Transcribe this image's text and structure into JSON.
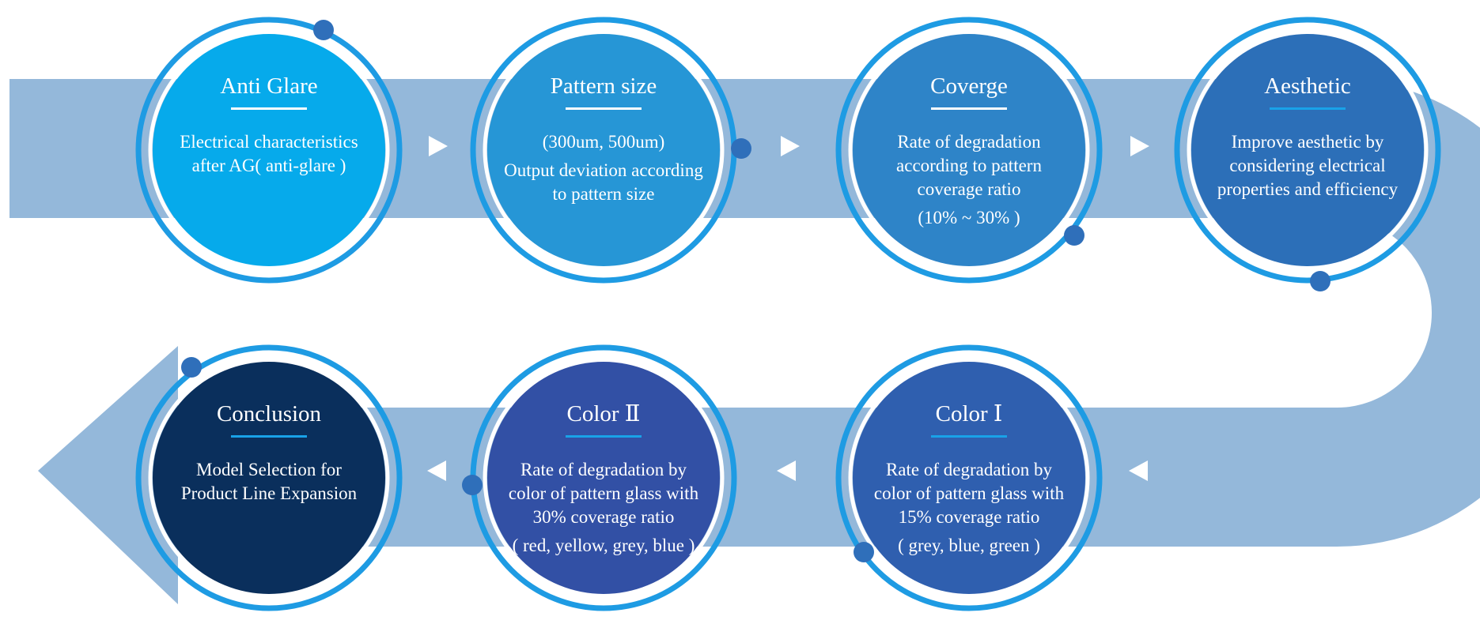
{
  "colors": {
    "band": "#94b8da",
    "ring_outer": "#1e9be3",
    "ring_inner": "#ffffff",
    "dot": "#2f6fba",
    "divider": "#19a2e8",
    "text": "#ffffff"
  },
  "steps": [
    {
      "title": "Anti Glare",
      "description": "Electrical characteristics after AG( anti-glare )",
      "extra": "",
      "fill": "#06aaeb",
      "divider_color": "#ffffff"
    },
    {
      "title": "Pattern size",
      "description": "(300um, 500um)",
      "extra": "Output deviation according to pattern size",
      "fill": "#2696d6",
      "divider_color": "#ffffff"
    },
    {
      "title": "Coverge",
      "description": "Rate of degradation according to pattern coverage ratio",
      "extra": "(10% ~ 30% )",
      "fill": "#2e84c8",
      "divider_color": "#ffffff"
    },
    {
      "title": "Aesthetic",
      "description": "Improve aesthetic by considering electrical properties and efficiency",
      "extra": "",
      "fill": "#2c6fb8",
      "divider_color": "#19a2e8"
    },
    {
      "title": "Color Ⅰ",
      "description": "Rate of degradation by color of pattern glass with 15% coverage ratio",
      "extra": "( grey, blue, green )",
      "fill": "#2f5faf",
      "divider_color": "#19a2e8"
    },
    {
      "title": "Color Ⅱ",
      "description": "Rate of degradation by color of pattern glass with 30% coverage ratio",
      "extra": "( red, yellow, grey, blue )",
      "fill": "#3250a5",
      "divider_color": "#19a2e8"
    },
    {
      "title": "Conclusion",
      "description": "Model Selection for Product Line Expansion",
      "extra": "",
      "fill": "#0a2f5c",
      "divider_color": "#19a2e8"
    }
  ]
}
